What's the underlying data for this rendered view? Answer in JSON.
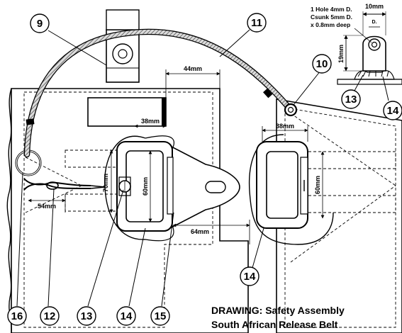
{
  "title": {
    "line1": "DRAWING: Safety Assembly",
    "line2": "South African Release Belt"
  },
  "note": {
    "line1": "1 Hole 4mm D.",
    "line2": "Csunk 5mm D.",
    "line3": "x 0.8mm deep"
  },
  "dimensions": {
    "d44": "44mm",
    "d38_left": "38mm",
    "d38_right": "38mm",
    "d60_left": "60mm",
    "d60_right": "60mm",
    "d70": "70mm",
    "d54": "54mm",
    "d64": "64mm",
    "d10": "10mm",
    "d19": "19mm",
    "dD": "D."
  },
  "callouts": {
    "c9": "9",
    "c10": "10",
    "c11": "11",
    "c12": "12",
    "c13_bottom": "13",
    "c13_detail": "13",
    "c14_bottom": "14",
    "c14_right": "14",
    "c14_detail": "14",
    "c15": "15",
    "c16": "16"
  },
  "colors": {
    "ink": "#000000",
    "rope_light": "#d8d8d8",
    "rope_dark": "#6a6a6a",
    "paper": "#ffffff"
  }
}
